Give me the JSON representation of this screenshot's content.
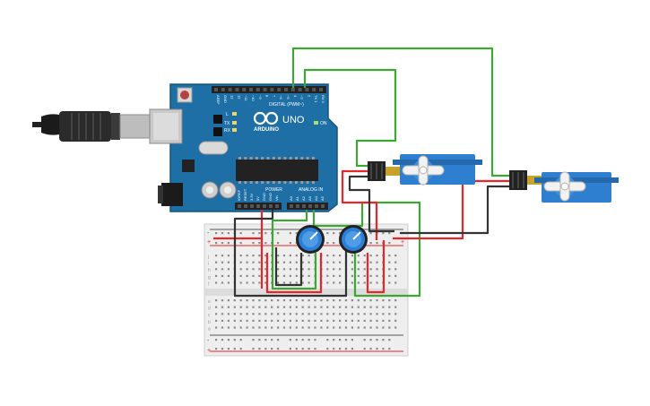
{
  "arduino": {
    "brand": "ARDUINO",
    "model": "UNO",
    "digital_header": "DIGITAL (PWM~)",
    "power_header": "POWER",
    "analog_header": "ANALOG IN",
    "label_tx": "TX",
    "label_rx": "RX",
    "label_l": "L",
    "label_on": "ON",
    "digital_pins": [
      "AREF",
      "GND",
      "13",
      "12",
      "~11",
      "~10",
      "~9",
      "8",
      "7",
      "~6",
      "~5",
      "4",
      "~3",
      "2",
      "TX 1",
      "RX 0"
    ],
    "power_pins": [
      "IOREF",
      "RESET",
      "3.3V",
      "5V",
      "GND",
      "GND",
      "Vin"
    ],
    "analog_pins": [
      "A0",
      "A1",
      "A2",
      "A3",
      "A4",
      "A5"
    ]
  },
  "breadboard": {
    "rail_minus": "-",
    "rail_plus": "+",
    "row_letters_top": [
      "j",
      "i",
      "h",
      "g",
      "f"
    ],
    "row_letters_bottom": [
      "e",
      "d",
      "c",
      "b",
      "a"
    ]
  },
  "colors": {
    "board": "#1d6fa5",
    "board_edge": "#15557f",
    "wire_red": "#e3272b",
    "wire_black": "#333333",
    "wire_green": "#3fa535",
    "servo_blue": "#2f7fd0",
    "pot_blue": "#2c7fd9"
  },
  "icons": {
    "usb_plug": "usb-plug-icon",
    "logo": "infinity-logo-icon"
  }
}
